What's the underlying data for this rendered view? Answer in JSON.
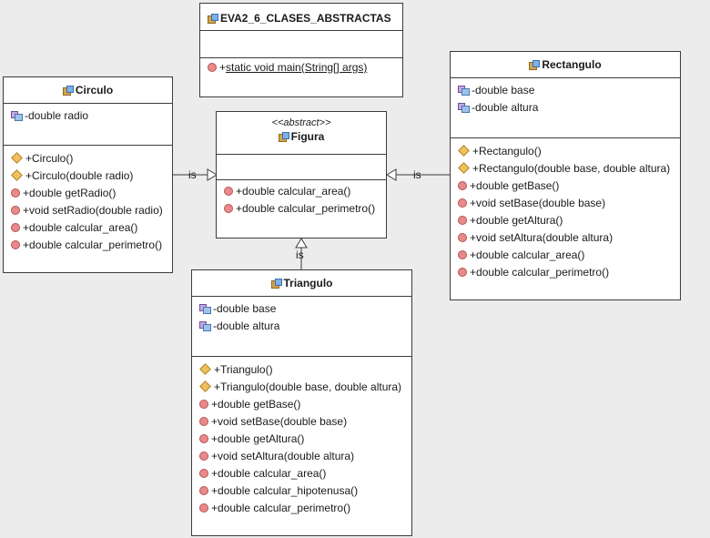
{
  "main_class": {
    "name": "EVA2_6_CLASES_ABSTRACTAS",
    "methods": [
      {
        "vis": "+",
        "text": "static void main(String[] args)",
        "kind": "static"
      }
    ]
  },
  "figura": {
    "stereotype": "<<abstract>>",
    "name": "Figura",
    "methods": [
      {
        "vis": "+",
        "text": "double calcular_area()",
        "kind": "method"
      },
      {
        "vis": "+",
        "text": "double calcular_perimetro()",
        "kind": "method"
      }
    ]
  },
  "circulo": {
    "name": "Circulo",
    "fields": [
      {
        "vis": "-",
        "text": "double radio"
      }
    ],
    "methods": [
      {
        "vis": "+",
        "text": "Circulo()",
        "kind": "ctor"
      },
      {
        "vis": "+",
        "text": "Circulo(double radio)",
        "kind": "ctor"
      },
      {
        "vis": "+",
        "text": "double getRadio()",
        "kind": "method"
      },
      {
        "vis": "+",
        "text": "void setRadio(double radio)",
        "kind": "method"
      },
      {
        "vis": "+",
        "text": "double calcular_area()",
        "kind": "method"
      },
      {
        "vis": "+",
        "text": "double calcular_perimetro()",
        "kind": "method"
      }
    ]
  },
  "rectangulo": {
    "name": "Rectangulo",
    "fields": [
      {
        "vis": "-",
        "text": "double base"
      },
      {
        "vis": "-",
        "text": "double altura"
      }
    ],
    "methods": [
      {
        "vis": "+",
        "text": "Rectangulo()",
        "kind": "ctor"
      },
      {
        "vis": "+",
        "text": "Rectangulo(double base, double altura)",
        "kind": "ctor"
      },
      {
        "vis": "+",
        "text": "double getBase()",
        "kind": "method"
      },
      {
        "vis": "+",
        "text": "void setBase(double base)",
        "kind": "method"
      },
      {
        "vis": "+",
        "text": "double getAltura()",
        "kind": "method"
      },
      {
        "vis": "+",
        "text": "void setAltura(double altura)",
        "kind": "method"
      },
      {
        "vis": "+",
        "text": "double calcular_area()",
        "kind": "method"
      },
      {
        "vis": "+",
        "text": "double calcular_perimetro()",
        "kind": "method"
      }
    ]
  },
  "triangulo": {
    "name": "Triangulo",
    "fields": [
      {
        "vis": "-",
        "text": "double base"
      },
      {
        "vis": "-",
        "text": "double altura"
      }
    ],
    "methods": [
      {
        "vis": "+",
        "text": "Triangulo()",
        "kind": "ctor"
      },
      {
        "vis": "+",
        "text": "Triangulo(double base, double altura)",
        "kind": "ctor"
      },
      {
        "vis": "+",
        "text": "double getBase()",
        "kind": "method"
      },
      {
        "vis": "+",
        "text": "void setBase(double base)",
        "kind": "method"
      },
      {
        "vis": "+",
        "text": "double getAltura()",
        "kind": "method"
      },
      {
        "vis": "+",
        "text": "void setAltura(double altura)",
        "kind": "method"
      },
      {
        "vis": "+",
        "text": "double calcular_area()",
        "kind": "method"
      },
      {
        "vis": "+",
        "text": "double calcular_hipotenusa()",
        "kind": "method"
      },
      {
        "vis": "+",
        "text": "double calcular_perimetro()",
        "kind": "method"
      }
    ]
  },
  "relations": {
    "circulo_label": "is",
    "rectangulo_label": "is",
    "triangulo_label": "is"
  }
}
